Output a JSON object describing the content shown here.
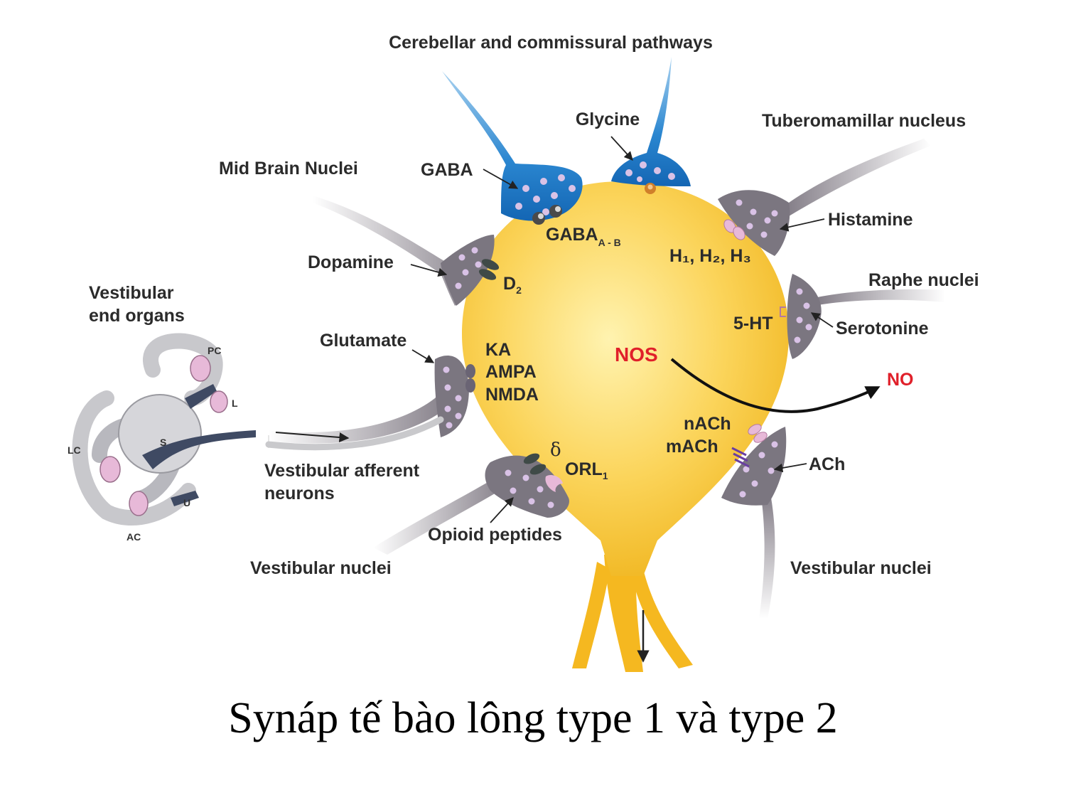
{
  "labels": {
    "top_pathway": "Cerebellar and commissural pathways",
    "glycine": "Glycine",
    "gaba": "GABA",
    "gaba_receptor": "GABA",
    "gaba_receptor_sub": "A - B",
    "mid_brain": "Mid Brain Nuclei",
    "tubero": "Tuberomamillar nucleus",
    "histamine": "Histamine",
    "h_receptors": "H₁, H₂, H₃",
    "dopamine": "Dopamine",
    "d2": "D",
    "d2_sub": "2",
    "raphe": "Raphe nuclei",
    "ht5": "5-HT",
    "serotonine": "Serotonine",
    "vestibular_end_1": "Vestibular",
    "vestibular_end_2": "end organs",
    "glutamate": "Glutamate",
    "ka": "KA",
    "ampa": "AMPA",
    "nmda": "NMDA",
    "nos": "NOS",
    "no": "NO",
    "nach": "nACh",
    "mach": "mACh",
    "delta": "δ",
    "orl": "ORL",
    "orl_sub": "1",
    "ach": "ACh",
    "vest_afferent_1": "Vestibular afferent",
    "vest_afferent_2": "neurons",
    "opioid": "Opioid peptides",
    "vest_nuclei_left": "Vestibular nuclei",
    "vest_nuclei_right": "Vestibular nuclei",
    "organ_pc": "PC",
    "organ_l": "L",
    "organ_lc": "LC",
    "organ_s": "S",
    "organ_u": "U",
    "organ_ac": "AC"
  },
  "caption": "Synáp tế bào lông type 1 và type 2",
  "colors": {
    "cell": "#f8c530",
    "terminal_blue": "#1f78c8",
    "terminal_grey": "#7b7680",
    "vesicle": "#d9c2e6",
    "no_red": "#e0202a"
  }
}
